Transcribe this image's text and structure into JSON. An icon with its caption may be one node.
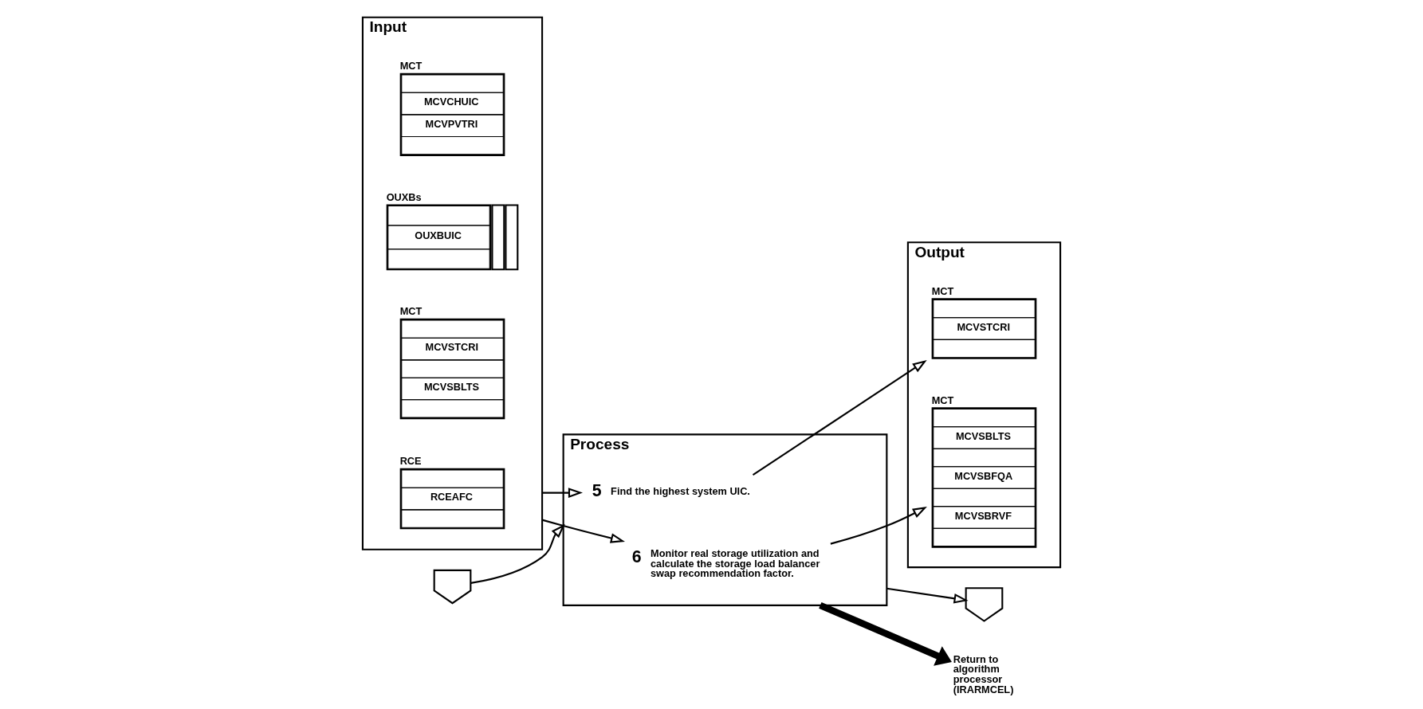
{
  "diagram": {
    "nodes": [
      {
        "text": [
          "Input"
        ]
      },
      {
        "text": [
          "MCT",
          "MCVCHUIC",
          "MCVPVTRI"
        ],
        "in": 0
      },
      {
        "text": [
          "OUXBs",
          "OUXBUIC"
        ],
        "in": 0
      },
      {
        "text": [
          "MCT",
          "MCVSTCRI",
          "MCVSBLTS"
        ],
        "in": 0
      },
      {
        "text": [
          "RCE",
          "RCEAFC"
        ],
        "in": 0
      },
      {
        "text": [
          "Process"
        ]
      },
      {
        "text": [
          "5",
          "Find the highest system UIC."
        ],
        "in": 5
      },
      {
        "text": [
          "6",
          "Monitor real storage utilization and calculate the storage load balancer swap recommendation factor."
        ],
        "in": 5
      },
      {
        "text": [
          "Output"
        ]
      },
      {
        "text": [
          "MCT",
          "MCVSTCRI"
        ],
        "in": 8
      },
      {
        "text": [
          "MCT",
          "MCVSBLTS",
          "MCVSBFQA",
          "MCVSBRVF"
        ],
        "in": 8
      },
      {
        "text": [],
        "shape": "pentagon"
      },
      {
        "text": [],
        "shape": "pentagon"
      },
      {
        "text": [
          "Return to algorithm processor (IRARMCEL)"
        ]
      }
    ],
    "edges": [
      {
        "from": 11,
        "to": 5,
        "arrow": "to"
      },
      {
        "from": 0,
        "to": 6,
        "arrow": "to"
      },
      {
        "from": 0,
        "to": 7,
        "arrow": "to"
      },
      {
        "from": 6,
        "to": 9,
        "arrow": "to"
      },
      {
        "from": 7,
        "to": 10,
        "arrow": "to"
      },
      {
        "from": 5,
        "to": 13,
        "arrow": "to",
        "style": "thick"
      },
      {
        "from": 5,
        "to": 12,
        "arrow": "to"
      }
    ]
  }
}
